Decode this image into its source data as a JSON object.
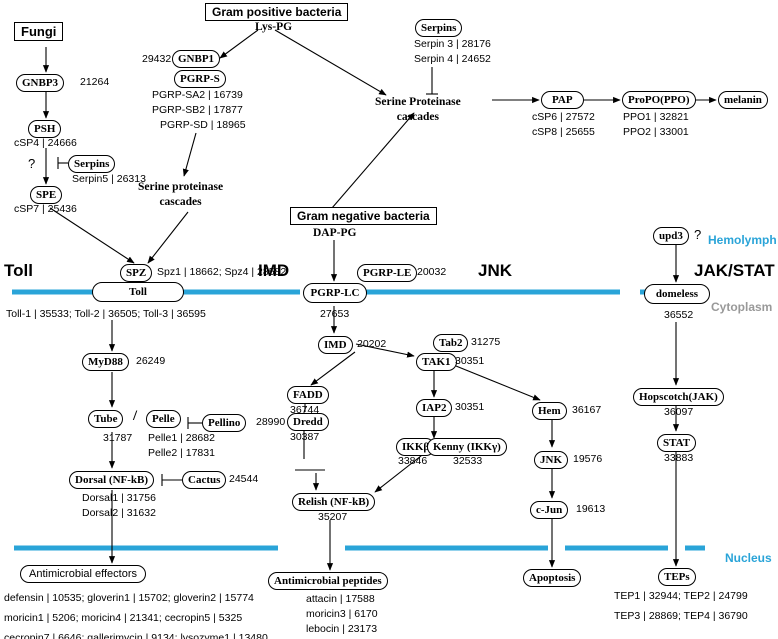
{
  "colors": {
    "membrane": "#2aa4d8",
    "hemolymph": "#2aa4d8",
    "cytoplasm": "#999999",
    "nucleus": "#2aa4d8"
  },
  "compartments": {
    "hemolymph": "Hemolymph",
    "cytoplasm": "Cytoplasm",
    "nucleus": "Nucleus"
  },
  "pathways": {
    "toll": "Toll",
    "imd": "IMD",
    "jnk": "JNK",
    "jak_stat": "JAK/STAT"
  },
  "sources": {
    "fungi": "Fungi",
    "gram_pos": "Gram positive bacteria",
    "lys_pg": "Lys-PG",
    "gram_neg": "Gram negative bacteria",
    "dap_pg": "DAP-PG"
  },
  "nodes": {
    "gnbp3": "GNBP3",
    "gnbp3_id": "21264",
    "psh": "PSH",
    "psh_id": "cSP4 | 24666",
    "serpins_toll": "Serpins",
    "serpins_toll_id": "Serpin5 | 26313",
    "question1": "?",
    "spe": "SPE",
    "spe_id": "cSP7 | 25436",
    "gnbp1": "GNBP1",
    "gnbp1_id": "29432",
    "pgrp_s": "PGRP-S",
    "pgrp_sa2": "PGRP-SA2 | 16739",
    "pgrp_sb2": "PGRP-SB2 | 17877",
    "pgrp_sd": "PGRP-SD | 18965",
    "serine_cascades_left": "Serine proteinase\ncascades",
    "serpins_top": "Serpins",
    "serpin3": "Serpin 3 | 28176",
    "serpin4": "Serpin 4 | 24652",
    "serine_cascades_center": "Serine Proteinase\ncascades",
    "pap": "PAP",
    "pap_id1": "cSP6 | 27572",
    "pap_id2": "cSP8 | 25655",
    "propo": "ProPO(PPO)",
    "propo_id1": "PPO1 | 32821",
    "propo_id2": "PPO2 | 33001",
    "melanin": "melanin",
    "spz": "SPZ",
    "spz_ids": "Spz1 | 18662; Spz4 | 28582",
    "toll": "Toll",
    "toll_ids": "Toll-1 | 35533; Toll-2 | 36505; Toll-3 | 36595",
    "myd88": "MyD88",
    "myd88_id": "26249",
    "tube": "Tube",
    "tube_id": "31787",
    "slash": "/",
    "pelle": "Pelle",
    "pelle1": "Pelle1 | 28682",
    "pelle2": "Pelle2 | 17831",
    "pellino": "Pellino",
    "pellino_id": "28990",
    "dorsal": "Dorsal (NF-kB)",
    "dorsal1": "Dorsal1 | 31756",
    "dorsal2": "Dorsal2 | 31632",
    "cactus": "Cactus",
    "cactus_id": "24544",
    "amp_effectors": "Antimicrobial effectors",
    "pgrp_lc": "PGRP-LC",
    "pgrp_lc_id": "27653",
    "pgrp_le": "PGRP-LE",
    "pgrp_le_id": "20032",
    "imd": "IMD",
    "imd_id": "20202",
    "tab2": "Tab2",
    "tab2_id": "31275",
    "tak1": "TAK1",
    "tak1_id": "30351",
    "fadd": "FADD",
    "fadd_id": "36744",
    "iap2": "IAP2",
    "iap2_id": "30351",
    "dredd": "Dredd",
    "dredd_id": "30387",
    "ikkb": "IKKβ",
    "ikkb_id": "33846",
    "kenny": "Kenny (IKKγ)",
    "kenny_id": "32533",
    "relish": "Relish (NF-kB)",
    "relish_id": "35207",
    "amp_peptides": "Antimicrobial peptides",
    "hem": "Hem",
    "hem_id": "36167",
    "jnk": "JNK",
    "jnk_id": "19576",
    "cjun": "c-Jun",
    "cjun_id": "19613",
    "apoptosis": "Apoptosis",
    "upd3": "upd3",
    "question2": "?",
    "domeless": "domeless",
    "domeless_id": "36552",
    "hopscotch": "Hopscotch(JAK)",
    "hopscotch_id": "36097",
    "stat": "STAT",
    "stat_id": "33883",
    "teps": "TEPs"
  },
  "gene_lists": {
    "toll_effectors": [
      "defensin | 10535;  gloverin1 | 15702;  gloverin2 | 15774",
      "moricin1 | 5206;  moricin4 | 21341;  cecropin5 | 5325",
      "cecropin7 | 6646;  gallerimycin | 9134;  lysozyme1 | 13480"
    ],
    "imd_peptides": [
      "attacin | 17588",
      "moricin3 | 6170",
      "lebocin | 23173"
    ],
    "teps": [
      "TEP1 | 32944;  TEP2 | 24799",
      "TEP3 | 28869;  TEP4 | 36790"
    ]
  }
}
